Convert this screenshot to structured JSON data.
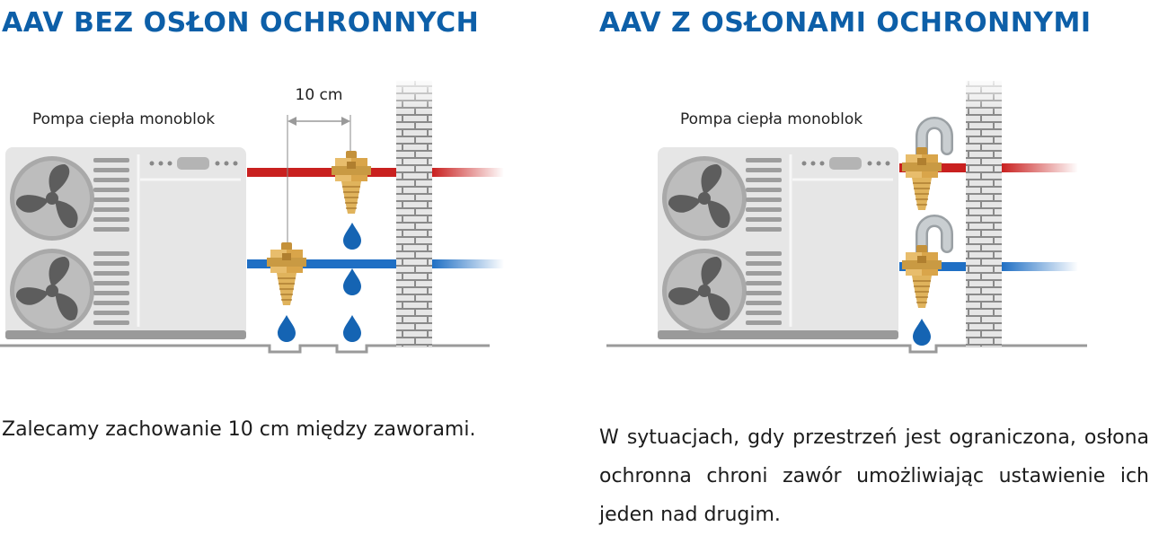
{
  "left_panel": {
    "title": "AAV BEZ OSŁON OCHRONNYCH",
    "unit_label": "Pompa ciepła monoblok",
    "dimension_label": "10 cm",
    "caption": "Zalecamy zachowanie 10 cm między zaworami."
  },
  "right_panel": {
    "title": "AAV Z OSŁONAMI OCHRONNYMI",
    "unit_label": "Pompa ciepła monoblok",
    "caption": "W sytuacjach, gdy przestrzeń jest ograniczona, osłona ochronna chroni zawór umożliwiając ustawienie ich jeden nad drugim."
  },
  "colors": {
    "title": "#0d5fa8",
    "hot_pipe": "#c9201f",
    "cold_pipe": "#1f6fc4",
    "water_drop": "#1564b3",
    "valve_brass": "#d9a54a",
    "protective_cover": "#b9bec2"
  }
}
